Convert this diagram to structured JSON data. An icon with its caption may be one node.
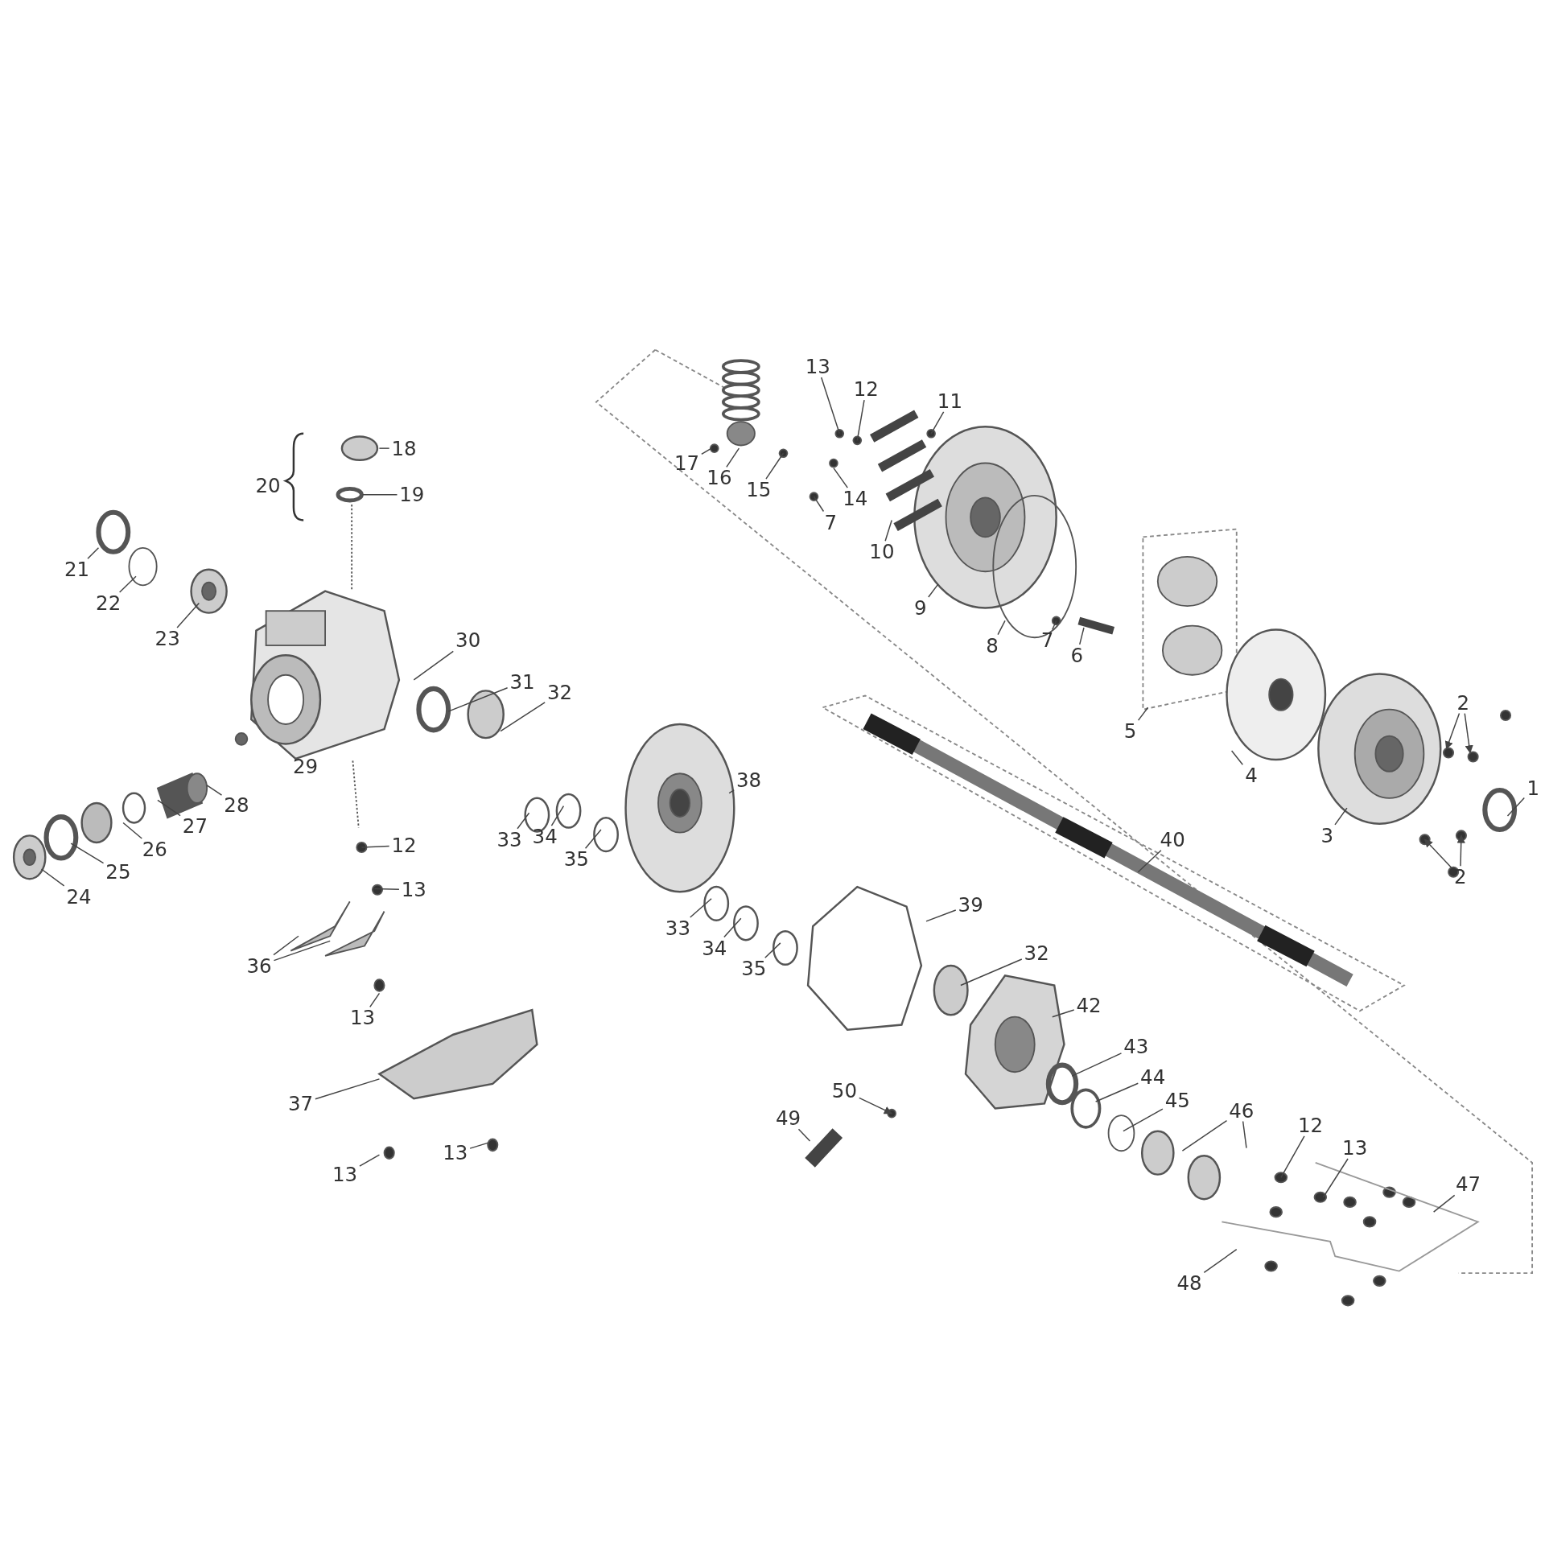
{
  "diagram": {
    "nodes": [
      {
        "text": [
          "13"
        ]
      },
      {
        "text": [
          "12"
        ]
      },
      {
        "text": [
          "11"
        ]
      },
      {
        "text": [
          "18"
        ]
      },
      {
        "text": [
          "17"
        ]
      },
      {
        "text": [
          "16"
        ]
      },
      {
        "text": [
          "15"
        ]
      },
      {
        "text": [
          "14"
        ]
      },
      {
        "text": [
          "19"
        ]
      },
      {
        "text": [
          "7"
        ]
      },
      {
        "text": [
          "10"
        ]
      },
      {
        "text": [
          "21"
        ]
      },
      {
        "text": [
          "22"
        ]
      },
      {
        "text": [
          "9"
        ]
      },
      {
        "text": [
          "23"
        ]
      },
      {
        "text": [
          "30"
        ]
      },
      {
        "text": [
          "8"
        ]
      },
      {
        "text": [
          "7"
        ]
      },
      {
        "text": [
          "6"
        ]
      },
      {
        "text": [
          "31"
        ]
      },
      {
        "text": [
          "32"
        ]
      },
      {
        "text": [
          "2"
        ]
      },
      {
        "text": [
          "5"
        ]
      },
      {
        "text": [
          "29"
        ]
      },
      {
        "text": [
          "4"
        ]
      },
      {
        "text": [
          "38"
        ]
      },
      {
        "text": [
          "1"
        ]
      },
      {
        "text": [
          "28"
        ]
      },
      {
        "text": [
          "27"
        ]
      },
      {
        "text": [
          "33"
        ]
      },
      {
        "text": [
          "34"
        ]
      },
      {
        "text": [
          "3"
        ]
      },
      {
        "text": [
          "40"
        ]
      },
      {
        "text": [
          "26"
        ]
      },
      {
        "text": [
          "12"
        ]
      },
      {
        "text": [
          "35"
        ]
      },
      {
        "text": [
          "25"
        ]
      },
      {
        "text": [
          "2"
        ]
      },
      {
        "text": [
          "13"
        ]
      },
      {
        "text": [
          "24"
        ]
      },
      {
        "text": [
          "39"
        ]
      },
      {
        "text": [
          "33"
        ]
      },
      {
        "text": [
          "34"
        ]
      },
      {
        "text": [
          "32"
        ]
      },
      {
        "text": [
          "36"
        ]
      },
      {
        "text": [
          "35"
        ]
      },
      {
        "text": [
          "42"
        ]
      },
      {
        "text": [
          "13"
        ]
      },
      {
        "text": [
          "43"
        ]
      },
      {
        "text": [
          "44"
        ]
      },
      {
        "text": [
          "50"
        ]
      },
      {
        "text": [
          "37"
        ]
      },
      {
        "text": [
          "45"
        ]
      },
      {
        "text": [
          "46"
        ]
      },
      {
        "text": [
          "49"
        ]
      },
      {
        "text": [
          "12"
        ]
      },
      {
        "text": [
          "13"
        ]
      },
      {
        "text": [
          "13"
        ]
      },
      {
        "text": [
          "13"
        ]
      },
      {
        "text": [
          "47"
        ]
      },
      {
        "text": [
          "48"
        ]
      }
    ],
    "edges": [
      {
        "from": 0,
        "to": null,
        "arrow": "none"
      },
      {
        "from": 1,
        "to": null,
        "arrow": "none"
      },
      {
        "from": 2,
        "to": null,
        "arrow": "none"
      },
      {
        "from": 3,
        "to": null,
        "arrow": "none"
      },
      {
        "from": 4,
        "to": null,
        "arrow": "none"
      },
      {
        "from": 5,
        "to": null,
        "arrow": "none"
      },
      {
        "from": 6,
        "to": null,
        "arrow": "none"
      },
      {
        "from": 7,
        "to": null,
        "arrow": "none"
      },
      {
        "from": 8,
        "to": null,
        "arrow": "none"
      },
      {
        "from": 9,
        "to": null,
        "arrow": "none"
      },
      {
        "from": 10,
        "to": null,
        "arrow": "none"
      },
      {
        "from": 11,
        "to": null,
        "arrow": "none"
      },
      {
        "from": 12,
        "to": null,
        "arrow": "none"
      },
      {
        "from": 13,
        "to": null,
        "arrow": "none"
      },
      {
        "from": 14,
        "to": null,
        "arrow": "none"
      },
      {
        "from": 15,
        "to": null,
        "arrow": "none"
      },
      {
        "from": 16,
        "to": null,
        "arrow": "none"
      },
      {
        "from": 17,
        "to": null,
        "arrow": "none"
      },
      {
        "from": 18,
        "to": null,
        "arrow": "none"
      },
      {
        "from": 19,
        "to": null,
        "arrow": "none"
      },
      {
        "from": 20,
        "to": null,
        "arrow": "none"
      },
      {
        "from": 21,
        "to": null,
        "arrow": "to"
      },
      {
        "from": 21,
        "to": null,
        "arrow": "to"
      },
      {
        "from": 22,
        "to": null,
        "arrow": "none"
      },
      {
        "from": 24,
        "to": null,
        "arrow": "none"
      },
      {
        "from": 25,
        "to": null,
        "arrow": "none"
      },
      {
        "from": 26,
        "to": null,
        "arrow": "none"
      },
      {
        "from": 27,
        "to": null,
        "arrow": "none"
      },
      {
        "from": 28,
        "to": null,
        "arrow": "none"
      },
      {
        "from": 29,
        "to": null,
        "arrow": "none"
      },
      {
        "from": 30,
        "to": null,
        "arrow": "none"
      },
      {
        "from": 31,
        "to": null,
        "arrow": "none"
      },
      {
        "from": 32,
        "to": null,
        "arrow": "none"
      },
      {
        "from": 33,
        "to": null,
        "arrow": "none"
      },
      {
        "from": 34,
        "to": null,
        "arrow": "none"
      },
      {
        "from": 35,
        "to": null,
        "arrow": "none"
      },
      {
        "from": 36,
        "to": null,
        "arrow": "none"
      },
      {
        "from": 37,
        "to": null,
        "arrow": "to"
      },
      {
        "from": 37,
        "to": null,
        "arrow": "to"
      },
      {
        "from": 38,
        "to": null,
        "arrow": "none"
      },
      {
        "from": 39,
        "to": null,
        "arrow": "none"
      },
      {
        "from": 40,
        "to": null,
        "arrow": "none"
      },
      {
        "from": 41,
        "to": null,
        "arrow": "none"
      },
      {
        "from": 42,
        "to": null,
        "arrow": "none"
      },
      {
        "from": 43,
        "to": null,
        "arrow": "none"
      },
      {
        "from": 44,
        "to": null,
        "arrow": "none"
      },
      {
        "from": 44,
        "to": null,
        "arrow": "none"
      },
      {
        "from": 45,
        "to": null,
        "arrow": "none"
      },
      {
        "from": 46,
        "to": null,
        "arrow": "none"
      },
      {
        "from": 47,
        "to": null,
        "arrow": "none"
      },
      {
        "from": 48,
        "to": null,
        "arrow": "none"
      },
      {
        "from": 49,
        "to": null,
        "arrow": "none"
      },
      {
        "from": 50,
        "to": null,
        "arrow": "to"
      },
      {
        "from": 51,
        "to": null,
        "arrow": "none"
      },
      {
        "from": 52,
        "to": null,
        "arrow": "none"
      },
      {
        "from": 53,
        "to": null,
        "arrow": "none"
      },
      {
        "from": 53,
        "to": null,
        "arrow": "none"
      },
      {
        "from": 54,
        "to": null,
        "arrow": "none"
      },
      {
        "from": 55,
        "to": null,
        "arrow": "none"
      },
      {
        "from": 56,
        "to": null,
        "arrow": "none"
      },
      {
        "from": 57,
        "to": null,
        "arrow": "none"
      },
      {
        "from": 58,
        "to": null,
        "arrow": "none"
      },
      {
        "from": 59,
        "to": null,
        "arrow": "none"
      },
      {
        "from": 60,
        "to": null,
        "arrow": "none"
      }
    ],
    "labels": [
      "20"
    ]
  }
}
